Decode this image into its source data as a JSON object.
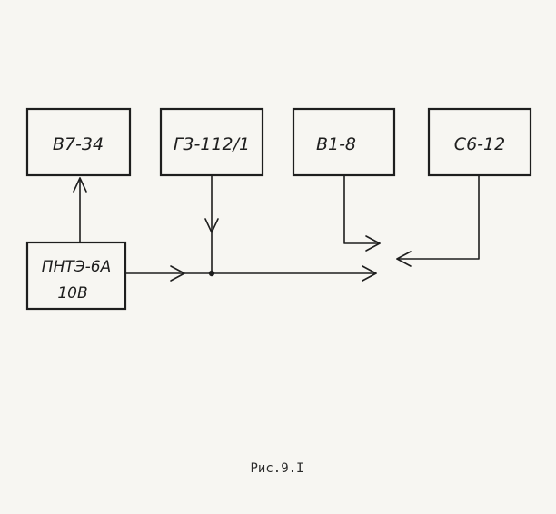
{
  "diagram": {
    "blocks": {
      "vt34": "B7-34",
      "g3": "Г3-112/1",
      "v18": "B1-8",
      "s612": "C6-12",
      "pnte_line1": "ПНТЭ-6А",
      "pnte_line2": "10В"
    },
    "caption": "Рис.9.I"
  }
}
